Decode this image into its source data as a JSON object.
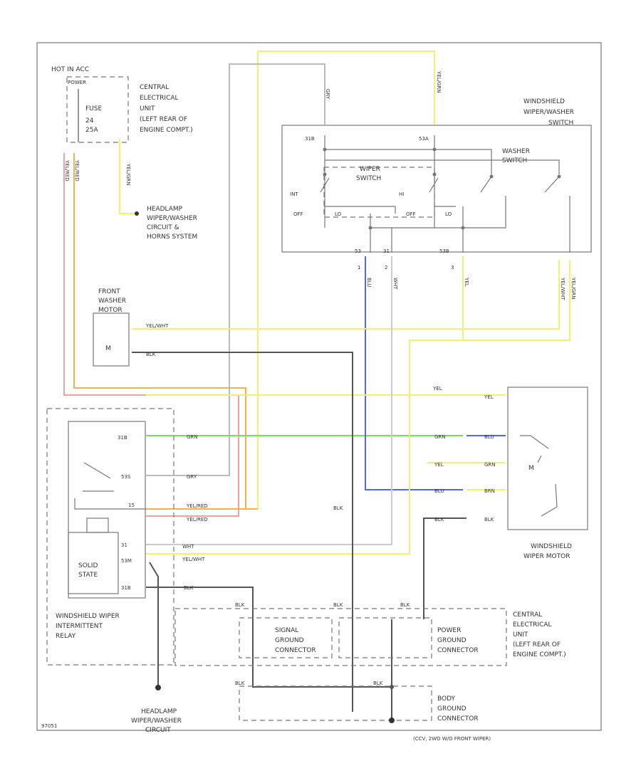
{
  "fuse_block": {
    "header": "HOT IN ACC",
    "rail": "POWER",
    "fuse_name": "FUSE",
    "fuse_num": "24",
    "fuse_amp": "25A"
  },
  "ceu_top": {
    "l1": "CENTRAL",
    "l2": "ELECTRICAL",
    "l3": "UNIT",
    "l4": "(LEFT REAR OF",
    "l5": "ENGINE COMPT.)"
  },
  "headlamp_top": {
    "l1": "HEADLAMP",
    "l2": "WIPER/WASHER",
    "l3": "CIRCUIT &",
    "l4": "HORNS SYSTEM"
  },
  "switch_box": {
    "l1": "WINDSHIELD",
    "l2": "WIPER/WASHER",
    "l3": "SWITCH",
    "wiper_l1": "WIPER",
    "wiper_l2": "SWITCH",
    "washer_l1": "WASHER",
    "washer_l2": "SWITCH",
    "int": "INT",
    "hi": "HI",
    "lo": "LO",
    "off": "OFF",
    "pin_31b": "31B",
    "pin_53a": "53A",
    "pin_53": "53",
    "pin_53b": "53B",
    "pin_31": "31",
    "pin_2": "2",
    "pin_1": "1",
    "pin_3": "3"
  },
  "washer_motor": {
    "l1": "FRONT",
    "l2": "WASHER",
    "l3": "MOTOR",
    "m": "M"
  },
  "relay": {
    "l1": "WINDSHIELD WIPER",
    "l2": "INTERMITTENT",
    "l3": "RELAY",
    "solid_l1": "SOLID",
    "solid_l2": "STATE",
    "pin_31b": "31B",
    "pin_53s": "53S",
    "pin_15": "15",
    "pin_31": "31",
    "pin_53m": "53M",
    "pin_31b2": "31B"
  },
  "wiper_motor": {
    "l1": "WINDSHIELD",
    "l2": "WIPER MOTOR",
    "m": "M"
  },
  "grounds": {
    "signal_l1": "SIGNAL",
    "signal_l2": "GROUND",
    "signal_l3": "CONNECTOR",
    "power_l1": "POWER",
    "power_l2": "GROUND",
    "power_l3": "CONNECTOR",
    "body_l1": "BODY",
    "body_l2": "GROUND",
    "body_l3": "CONNECTOR"
  },
  "ceu_bottom": {
    "l1": "CENTRAL",
    "l2": "ELECTRICAL",
    "l3": "UNIT",
    "l4": "(LEFT REAR OF",
    "l5": "ENGINE COMPT.)"
  },
  "headlamp_bottom": {
    "l1": "HEADLAMP",
    "l2": "WIPER/WASHER",
    "l3": "CIRCUIT"
  },
  "wires": {
    "yel_grn": "YEL/GRN",
    "gry": "GRY",
    "yel_wht": "YEL/WHT",
    "yel_wht2": "YEL/WHT",
    "yel_wht3": "YEL/WHT",
    "blk": "BLK",
    "blk2": "BLK",
    "blu": "BLU",
    "wht": "WHT",
    "yel": "YEL",
    "yel2": "YEL",
    "yel3": "YEL",
    "grn": "GRN",
    "grn2": "GRN",
    "grn3": "GRN",
    "brn": "BRN",
    "blk3": "BLK",
    "wht2": "WHT",
    "blk4": "BLK",
    "blk5": "BLK",
    "blk6": "BLK",
    "blk7": "BLK",
    "blk8": "BLK",
    "blk9": "BLK",
    "blk10": "BLK",
    "yel_grn2": "YEL/GRN",
    "yel_red": "YEL/RED",
    "yel_red2": "YEL/RED",
    "yel_red3": "YEL/RED",
    "yel_red4": "YEL/RED",
    "yel_grn3": "YEL/GRN",
    "blu2": "BLU",
    "gry2": "GRY"
  },
  "footer": {
    "left": "97051",
    "right": "(CCV, 2WD W/O FRONT WIPER)"
  },
  "colors": {
    "yellow": "#f5f06a",
    "orange": "#f7b14a",
    "pink": "#f0a0a0",
    "green": "#7bd96a",
    "blue": "#5566ee",
    "dark": "#555555",
    "gray": "#aaaaaa"
  }
}
